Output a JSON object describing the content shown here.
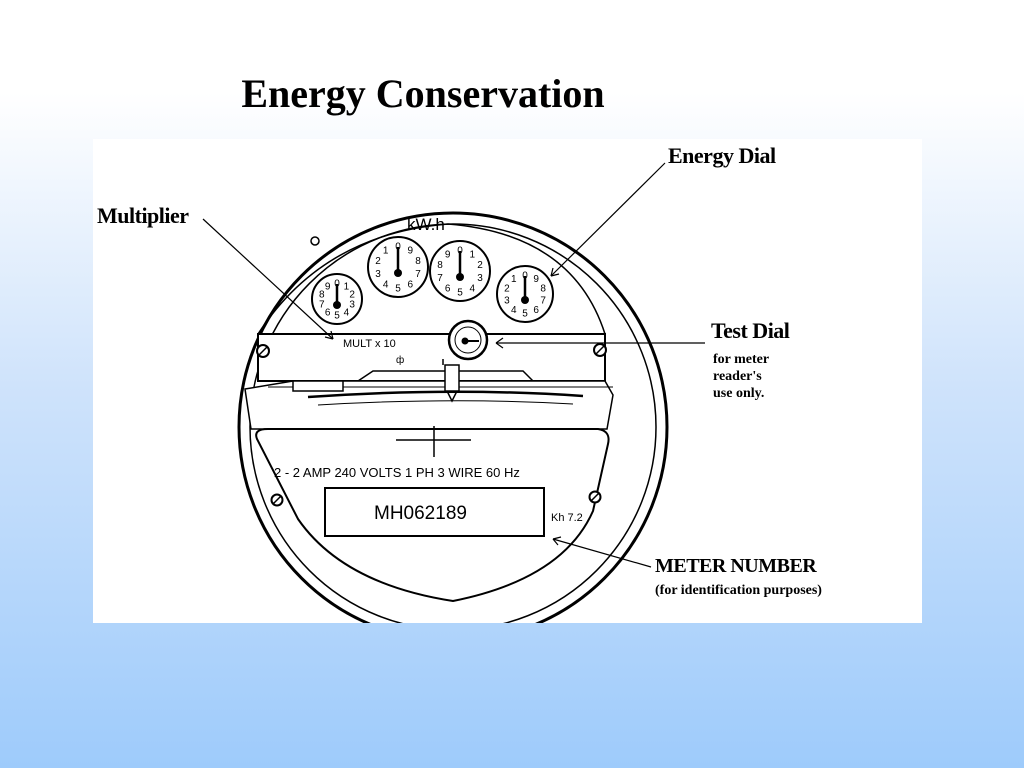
{
  "slide": {
    "title": "Energy Conservation"
  },
  "diagram": {
    "callouts": {
      "multiplier": "Multiplier",
      "energy_dial": "Energy Dial",
      "test_dial": "Test Dial",
      "test_dial_note_1": "for meter",
      "test_dial_note_2": "reader's",
      "test_dial_note_3": "use only.",
      "meter_number": "METER NUMBER",
      "meter_number_note": "(for identification purposes)"
    },
    "meter_face": {
      "unit": "kW.h",
      "multiplier_label": "MULT x 10",
      "rating": "2 - 2 AMP 240 VOLTS 1 PH 3 WIRE 60 Hz",
      "meter_id": "MH062189",
      "kh": "Kh 7.2"
    },
    "dial_digits": [
      "0",
      "1",
      "2",
      "3",
      "4",
      "5",
      "6",
      "7",
      "8",
      "9"
    ]
  }
}
